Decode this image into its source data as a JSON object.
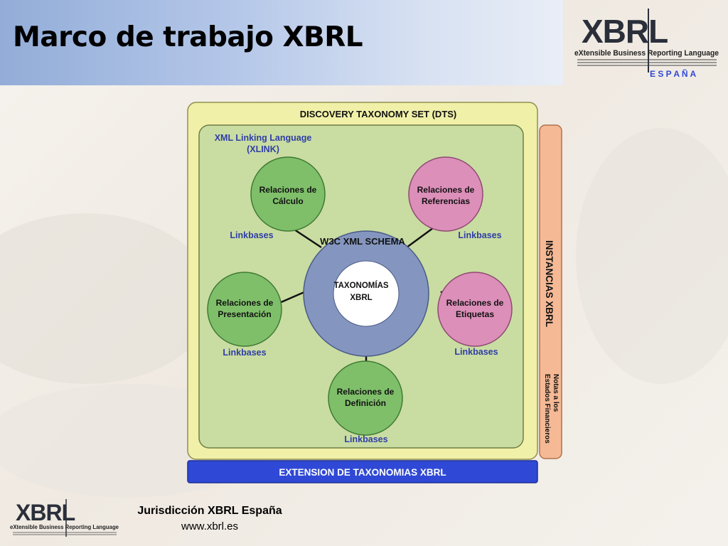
{
  "header": {
    "title": "Marco de trabajo XBRL"
  },
  "logo": {
    "wordmark": "XBRL",
    "tagline": "eXtensible Business Reporting Language",
    "country": "E S P A Ñ A"
  },
  "diagram": {
    "dts_title": "DISCOVERY TAXONOMY SET (DTS)",
    "xlink_title_line1": "XML Linking Language",
    "xlink_title_line2": "(XLINK)",
    "schema_label": "W3C XML SCHEMA",
    "core_line1": "TAXONOMÍAS",
    "core_line2": "XBRL",
    "nodes": {
      "calculo": {
        "line1": "Relaciones de",
        "line2": "Cálculo"
      },
      "referencias": {
        "line1": "Relaciones de",
        "line2": "Referencias"
      },
      "presentacion": {
        "line1": "Relaciones de",
        "line2": "Presentación"
      },
      "etiquetas": {
        "line1": "Relaciones de",
        "line2": "Etiquetas"
      },
      "definicion": {
        "line1": "Relaciones de",
        "line2": "Definición"
      }
    },
    "linkbase_label": "Linkbases",
    "instancias_label": "INSTANCIAS XBRL",
    "notas_line1": "Notas a los",
    "notas_line2": "Estados Financieros",
    "extension_label": "EXTENSION DE TAXONOMIAS XBRL",
    "colors": {
      "dts_fill": "#f1f0a9",
      "xlink_fill": "#c9dca2",
      "green_node": "#7fbf6a",
      "pink_node": "#dc8fb9",
      "schema_ring": "#8496bf",
      "instancias_fill": "#f5b995",
      "extension_fill": "#2f49d6",
      "link_text": "#2f3ea6"
    }
  },
  "footer": {
    "jurisdiction": "Jurisdicción XBRL España",
    "url": "www.xbrl.es"
  }
}
